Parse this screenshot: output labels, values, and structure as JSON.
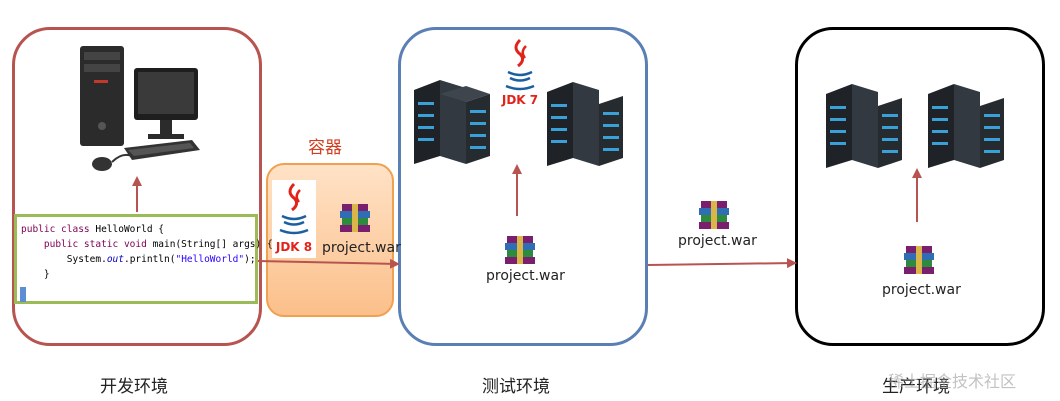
{
  "environments": {
    "dev": {
      "label": "开发环境"
    },
    "test": {
      "label": "测试环境"
    },
    "prod": {
      "label": "生产环境"
    }
  },
  "container": {
    "title": "容器"
  },
  "jdk": {
    "jdk8": "JDK 8",
    "jdk7": "JDK 7"
  },
  "artifacts": {
    "container_war": "project.war",
    "test_war": "project.war",
    "transfer_war": "project.war",
    "prod_war": "project.war"
  },
  "code": {
    "line1_kw": "public class",
    "line1_rest": " HelloWorld {",
    "line2_kw": "public static void",
    "line2_rest": " main(String[] args) {",
    "line3_a": "System.",
    "line3_field": "out",
    "line3_b": ".println(",
    "line3_str": "\"HelloWorld\"",
    "line3_c": ");",
    "line4": "}"
  },
  "watermark": "稀土掘金技术社区",
  "colors": {
    "dev_border": "#b85450",
    "test_border": "#5a7fb5",
    "prod_border": "#000000",
    "container_border": "#f0a050",
    "arrow": "#b85450",
    "code_border": "#9bbb59",
    "container_title": "#d04020"
  }
}
